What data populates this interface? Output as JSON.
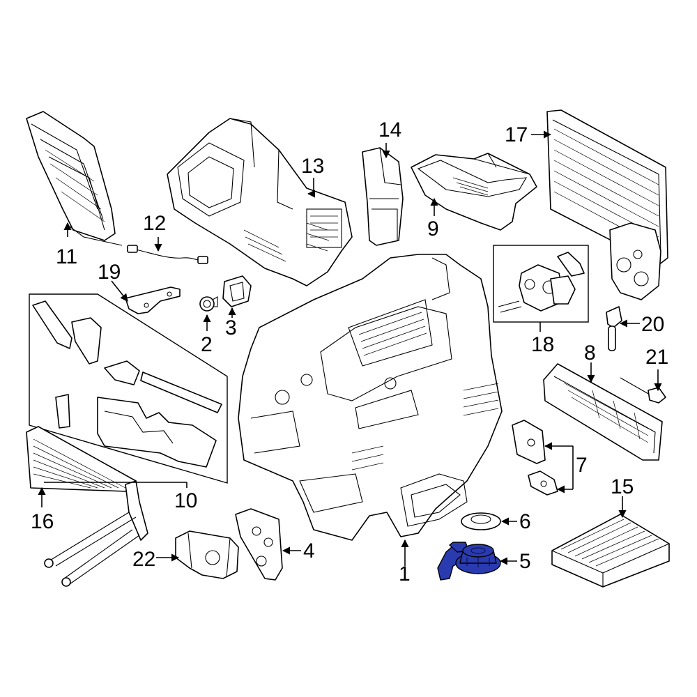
{
  "diagram": {
    "highlight_color": "#2a3bb0",
    "callouts": [
      {
        "id": "c1",
        "label": "1"
      },
      {
        "id": "c2",
        "label": "2"
      },
      {
        "id": "c3",
        "label": "3"
      },
      {
        "id": "c4",
        "label": "4"
      },
      {
        "id": "c5",
        "label": "5"
      },
      {
        "id": "c6",
        "label": "6"
      },
      {
        "id": "c7",
        "label": "7"
      },
      {
        "id": "c8",
        "label": "8"
      },
      {
        "id": "c9",
        "label": "9"
      },
      {
        "id": "c10",
        "label": "10"
      },
      {
        "id": "c11",
        "label": "11"
      },
      {
        "id": "c12",
        "label": "12"
      },
      {
        "id": "c13",
        "label": "13"
      },
      {
        "id": "c14",
        "label": "14"
      },
      {
        "id": "c15",
        "label": "15"
      },
      {
        "id": "c16",
        "label": "16"
      },
      {
        "id": "c17",
        "label": "17"
      },
      {
        "id": "c18",
        "label": "18"
      },
      {
        "id": "c19",
        "label": "19"
      },
      {
        "id": "c20",
        "label": "20"
      },
      {
        "id": "c21",
        "label": "21"
      },
      {
        "id": "c22",
        "label": "22"
      }
    ]
  }
}
